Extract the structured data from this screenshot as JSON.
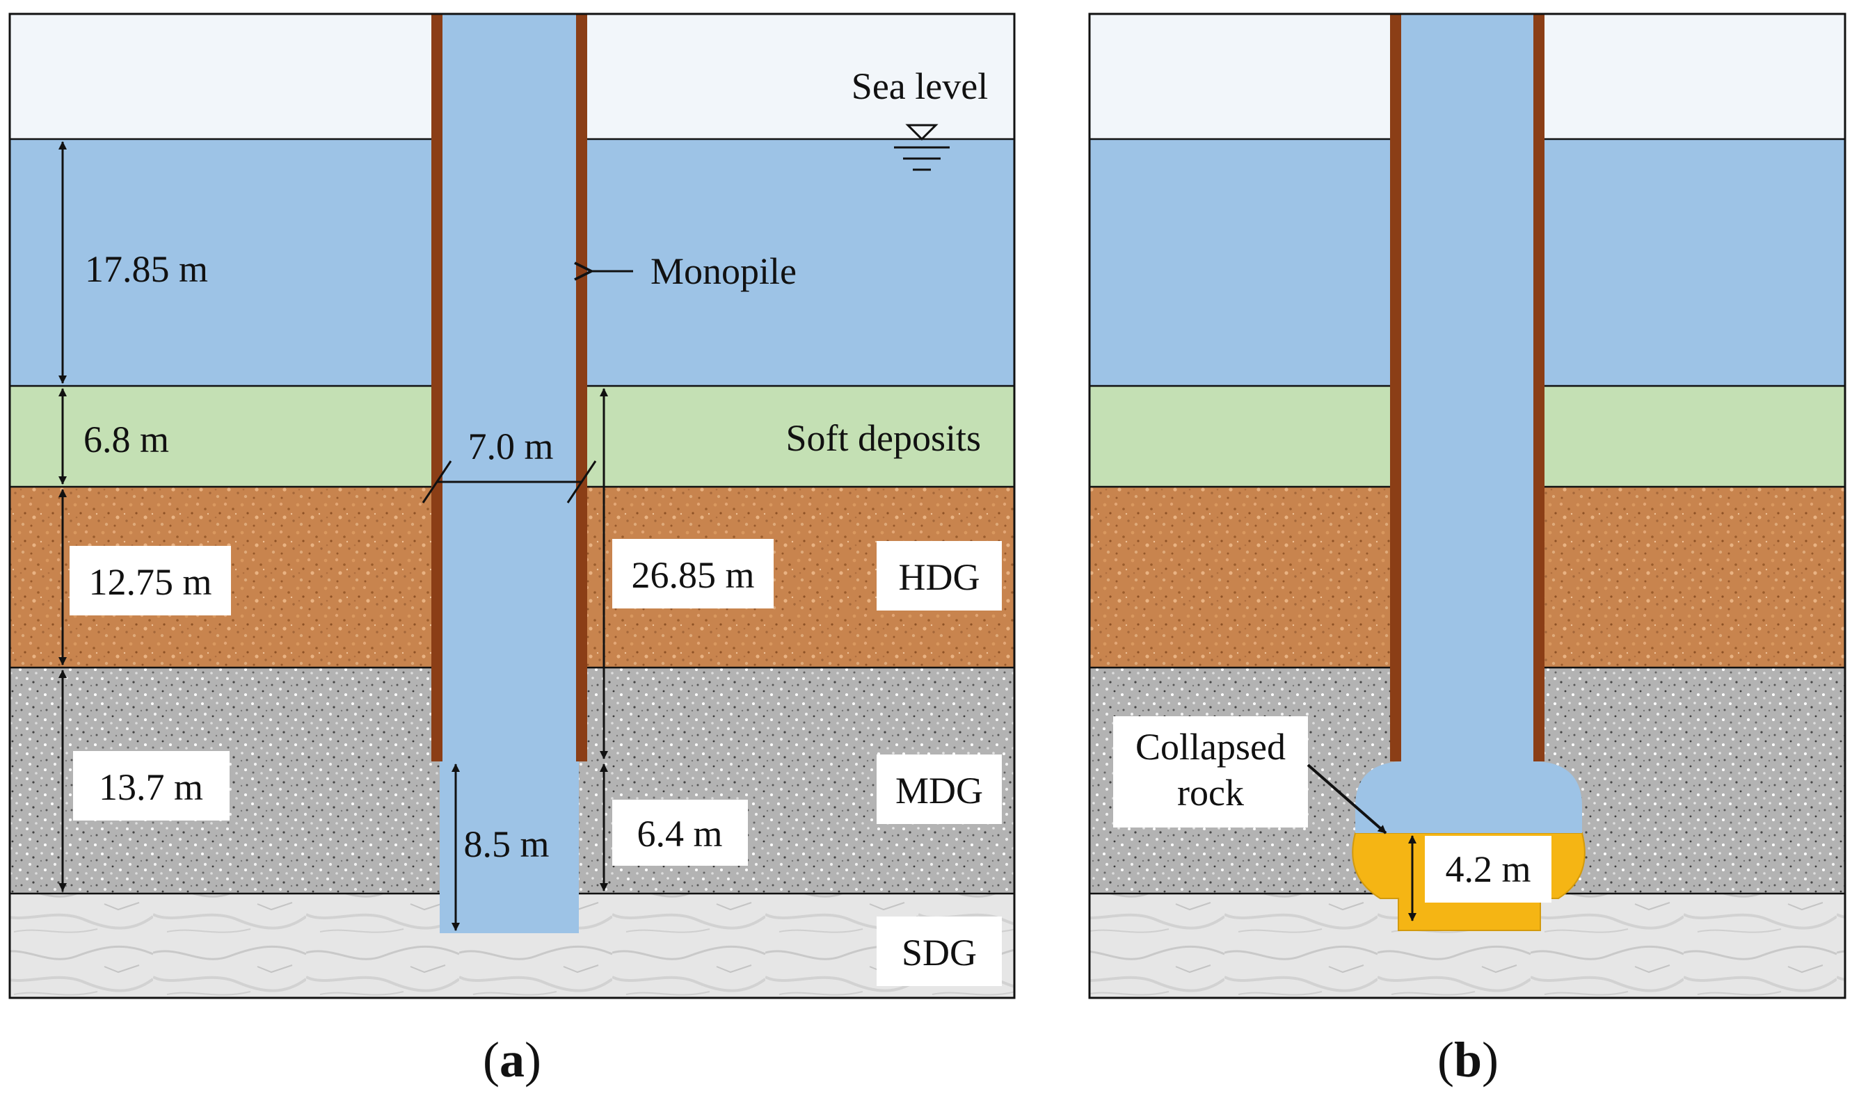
{
  "colors": {
    "sky": "#f2f6fa",
    "water": "#9dc3e6",
    "soft_deposits": "#c4e0b4",
    "hdg": "#c8844e",
    "mdg": "#b3b3b3",
    "sdg": "#e6e6e6",
    "pile_wall": "#8b3e16",
    "collapsed_rock": "#f5b514",
    "line": "#111111",
    "label_bg": "#ffffff"
  },
  "panel_a": {
    "caption_open": "(",
    "caption_letter": "a",
    "caption_close": ")",
    "labels": {
      "sea_level": "Sea level",
      "monopile": "Monopile",
      "soft_deposits": "Soft deposits",
      "hdg": "HDG",
      "mdg": "MDG",
      "sdg": "SDG"
    },
    "dimensions": {
      "water_depth": "17.85 m",
      "soft_deposits_thickness": "6.8 m",
      "hdg_thickness": "12.75 m",
      "mdg_thickness": "13.7 m",
      "pile_diameter": "7.0 m",
      "pile_embedment": "26.85 m",
      "socket_depth": "8.5 m",
      "pile_tip_to_sdg": "6.4 m"
    }
  },
  "panel_b": {
    "caption_open": "(",
    "caption_letter": "b",
    "caption_close": ")",
    "labels": {
      "collapsed_rock_line1": "Collapsed",
      "collapsed_rock_line2": "rock"
    },
    "dimensions": {
      "collapsed_rock_thickness": "4.2 m"
    }
  }
}
